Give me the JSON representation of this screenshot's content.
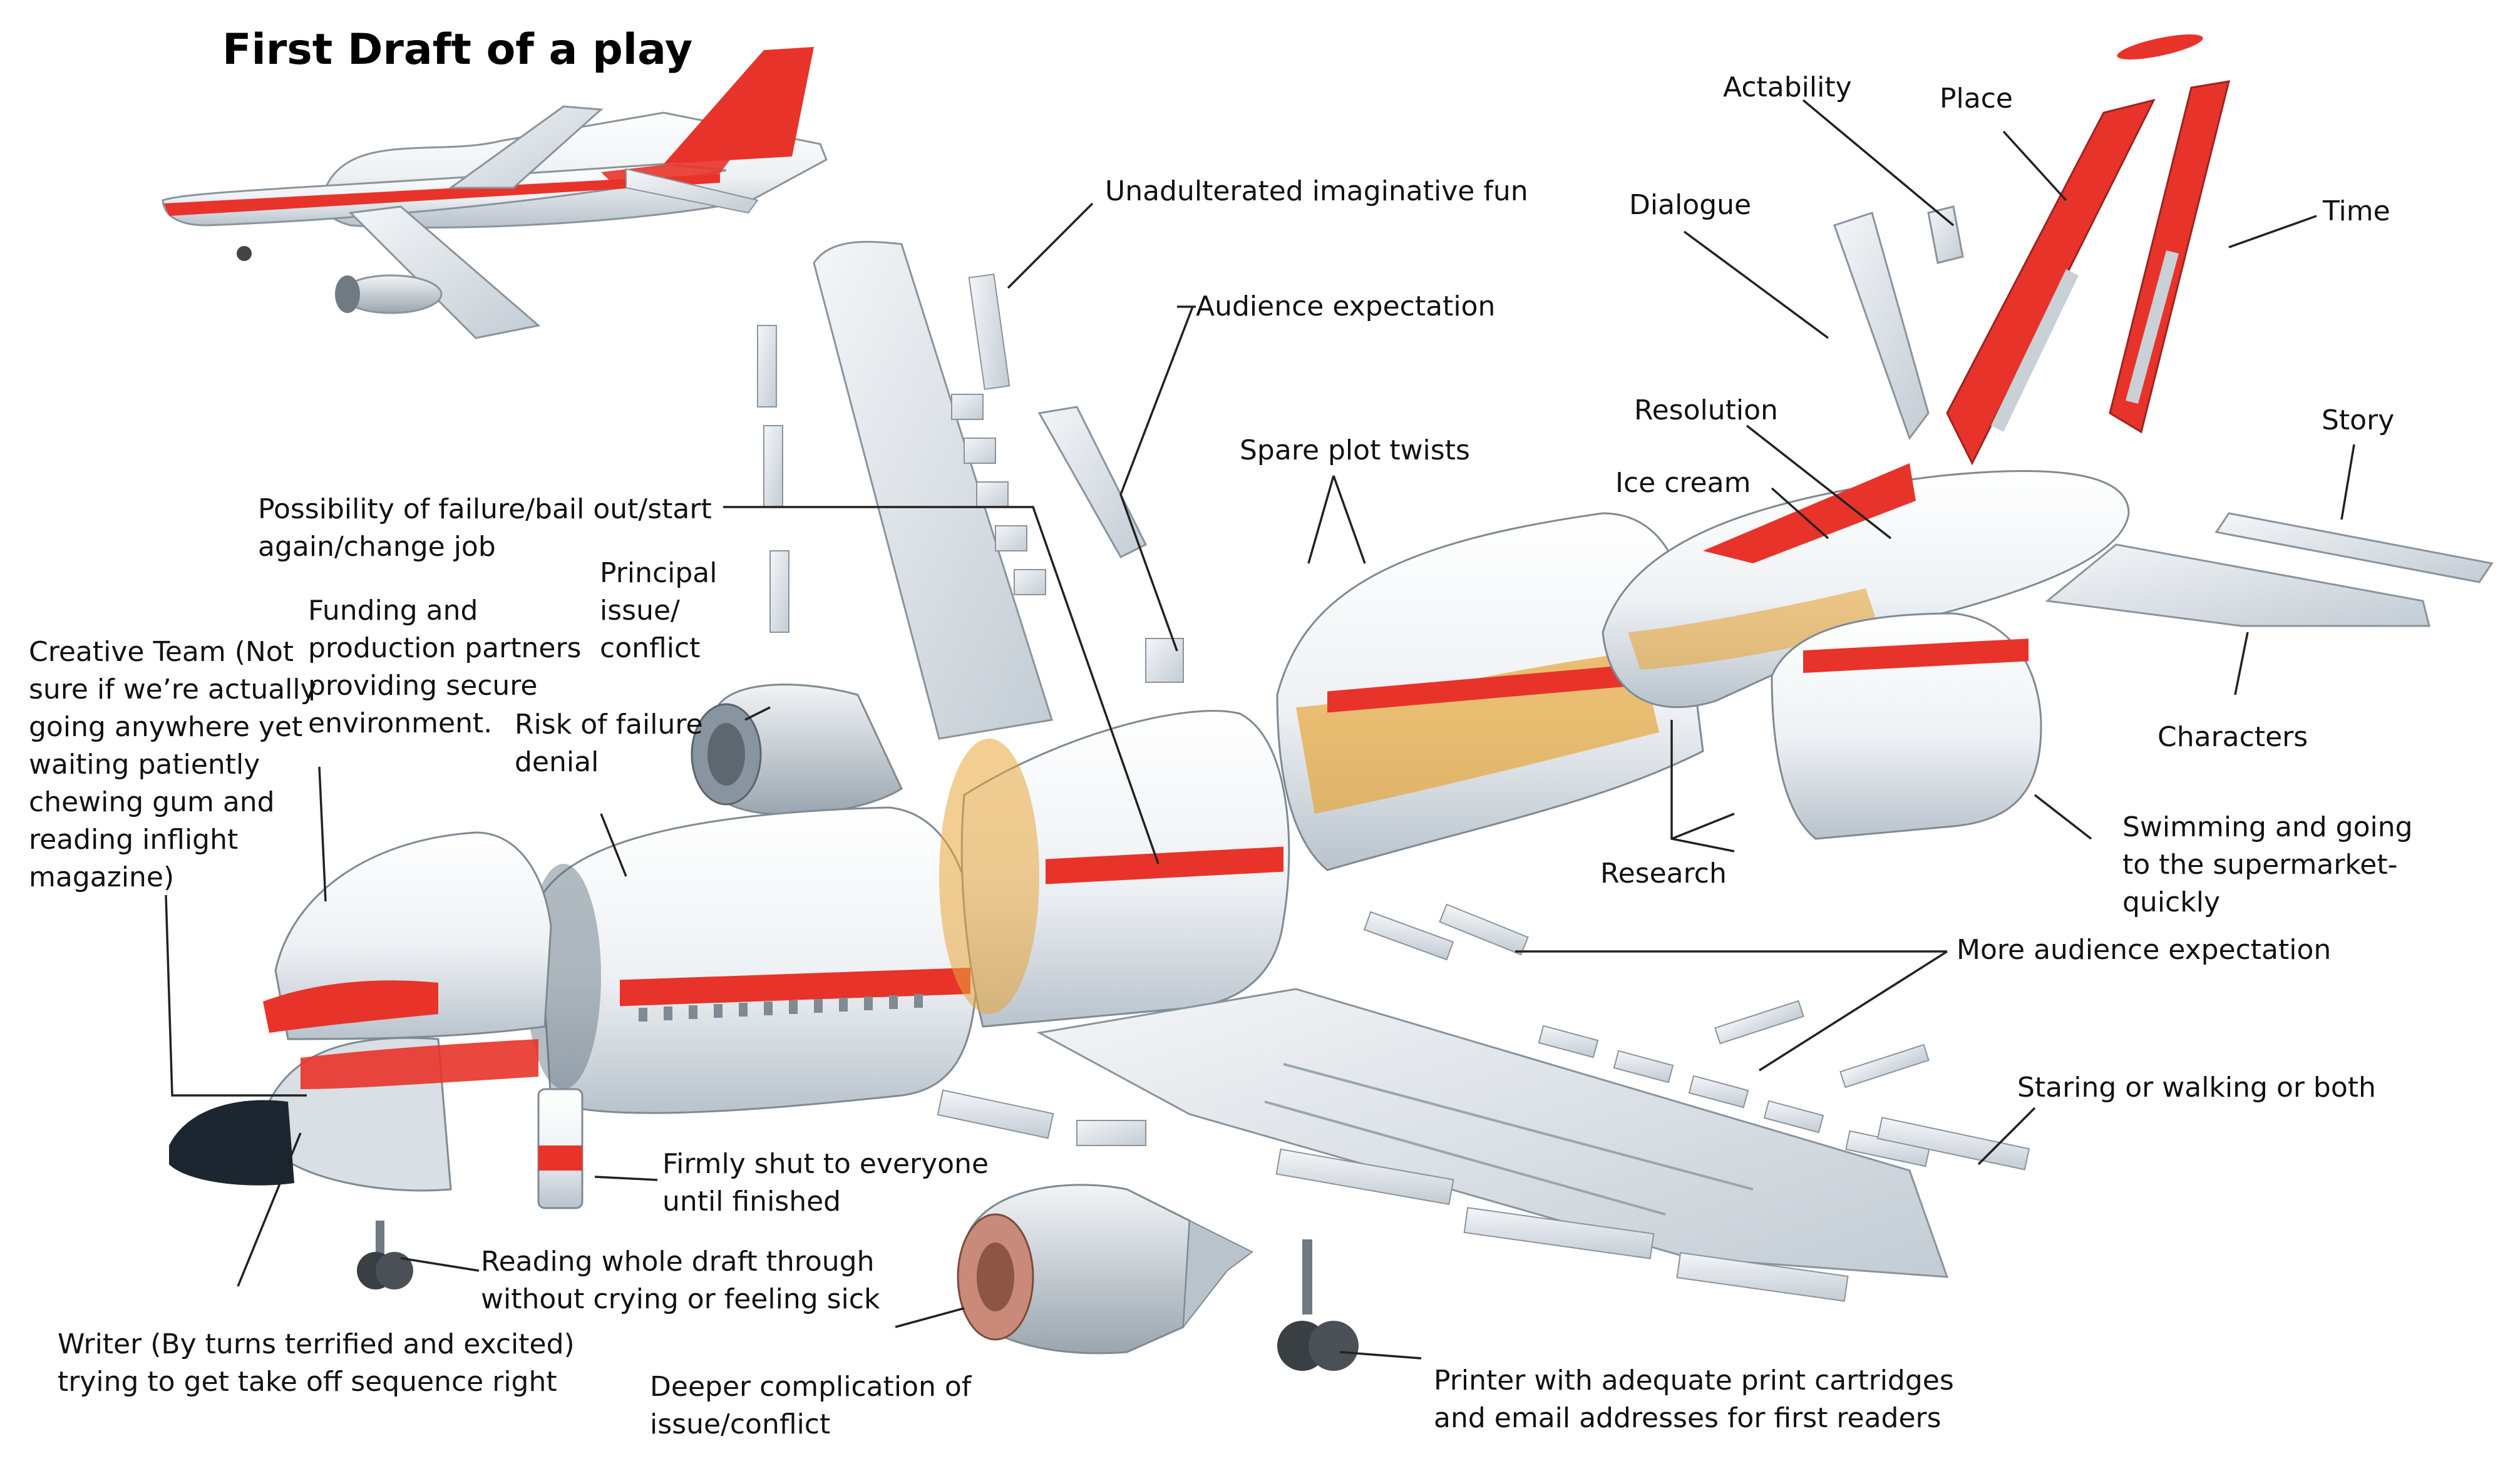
{
  "title": "First Draft of a play",
  "colors": {
    "body": "#eef1f4",
    "body_shade": "#b9c3cc",
    "stripe": "#e8332a",
    "seat": "#e7a63b",
    "nose": "#1c2630",
    "line": "#222222"
  },
  "labels": {
    "actability": "Actability",
    "place": "Place",
    "dialogue": "Dialogue",
    "time": "Time",
    "unadulterated": "Unadulterated imaginative fun",
    "audience_expectation": "Audience expectation",
    "resolution": "Resolution",
    "story": "Story",
    "spare_plot_twists": "Spare plot twists",
    "ice_cream": "Ice cream",
    "possibility_of_failure": "Possibility of failure/bail out/start\nagain/change job",
    "principal_issue": "Principal\nissue/\nconflict",
    "funding": "Funding and\nproduction partners\nproviding secure\nenvironment.",
    "creative_team": "Creative Team (Not\nsure if we’re actually\ngoing anywhere yet\nwaiting patiently\nchewing gum and\nreading inflight\nmagazine)",
    "risk_of_failure": "Risk of failure\ndenial",
    "characters": "Characters",
    "swimming": "Swimming and going\nto the supermarket-\nquickly",
    "research": "Research",
    "more_audience": "More audience expectation",
    "staring": "Staring or walking or both",
    "firmly_shut": "Firmly shut to everyone\nuntil finished",
    "reading_draft": "Reading whole draft through\nwithout crying or feeling sick",
    "writer": "Writer (By turns terrified and excited)\ntrying to get take off sequence right",
    "deeper_complication": "Deeper complication of\nissue/conflict",
    "printer": "Printer with adequate print cartridges\nand email addresses for first readers"
  }
}
